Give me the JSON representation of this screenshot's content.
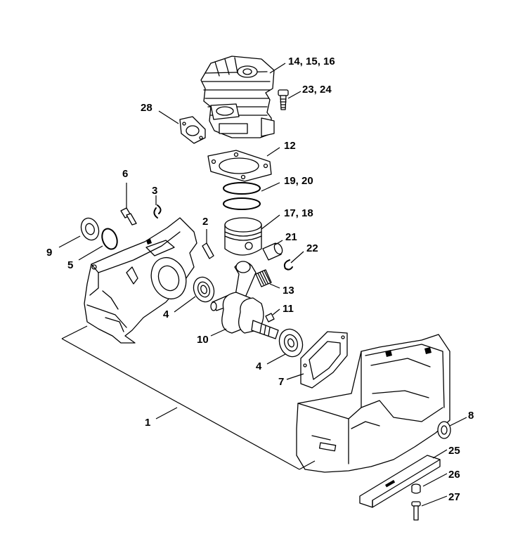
{
  "callouts": {
    "c1": "1",
    "c2": "2",
    "c3": "3",
    "c4a": "4",
    "c4b": "4",
    "c5": "5",
    "c6": "6",
    "c7": "7",
    "c8": "8",
    "c9": "9",
    "c10": "10",
    "c11": "11",
    "c12": "12",
    "c13": "13",
    "c14": "14, 15, 16",
    "c17": "17, 18",
    "c19": "19, 20",
    "c21": "21",
    "c22": "22",
    "c23": "23, 24",
    "c25": "25",
    "c26": "26",
    "c27": "27",
    "c28": "28"
  }
}
